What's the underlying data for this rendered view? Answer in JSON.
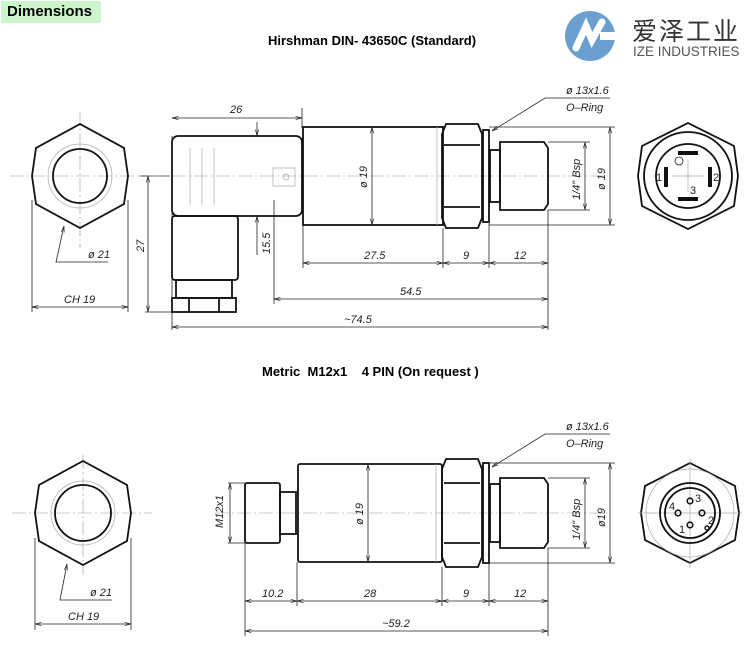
{
  "header": {
    "section_tag": "Dimensions",
    "logo": {
      "name_cn": "爱泽工业",
      "name_en": "IZE INDUSTRIES",
      "color": "#6a9fd0"
    }
  },
  "top_drawing": {
    "title": "Hirshman DIN- 43650C (Standard)",
    "left_view": {
      "diameter": "ø 21",
      "hex": "CH 19",
      "height": "27"
    },
    "side_view": {
      "connector_width": "26",
      "connector_offset": "15.5",
      "body_diameter": "ø 19",
      "body_length": "27.5",
      "hex_length": "9",
      "thread_length": "12",
      "to_thread_end": "54.5",
      "overall_length": "~74.5",
      "oring": "ø 13x1.6",
      "oring_label": "O–Ring",
      "thread": "1/4\" Bsp",
      "outer_diameter": "ø 19"
    },
    "pin_view": {
      "pins": [
        "1",
        "2",
        "3"
      ]
    }
  },
  "bottom_drawing": {
    "title": "Metric  M12x1    4 PIN (On request )",
    "left_view": {
      "diameter": "ø 21",
      "hex": "CH 19"
    },
    "side_view": {
      "connector_thread": "M12x1",
      "connector_length": "10.2",
      "body_diameter": "ø 19",
      "body_length": "28",
      "hex_length": "9",
      "thread_length": "12",
      "overall_length": "~59.2",
      "oring": "ø 13x1.6",
      "oring_label": "O–Ring",
      "thread": "1/4\" Bsp",
      "outer_diameter": "ø19"
    },
    "pin_view": {
      "pins": [
        "1",
        "2",
        "3",
        "4"
      ]
    }
  }
}
